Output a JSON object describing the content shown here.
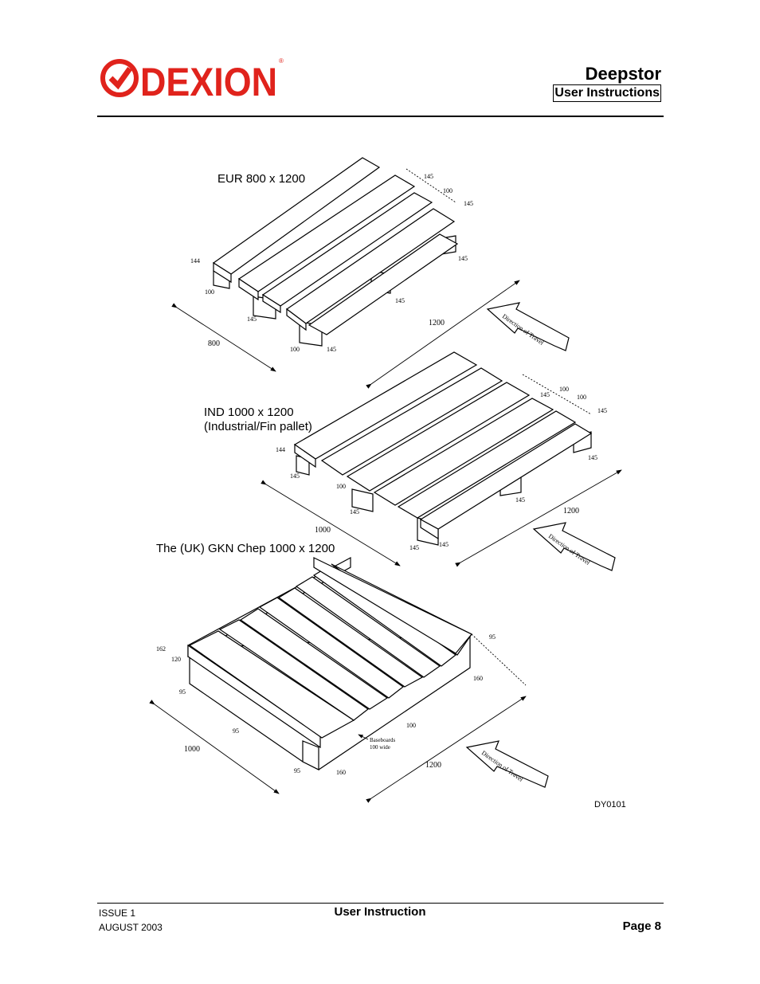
{
  "header": {
    "logo_text": "DEXION",
    "title": "Deepstor",
    "subtitle": "User Instructions"
  },
  "figure": {
    "eur": {
      "title": "EUR 800 x 1200",
      "dims": [
        "145",
        "100",
        "145",
        "144",
        "145",
        "100",
        "145",
        "145",
        "800",
        "100",
        "145",
        "1200"
      ],
      "direction": "Direction of Travel"
    },
    "ind": {
      "title_line1": "IND  1000 x 1200",
      "title_line2": "(Industrial/Fin pallet)",
      "dims": [
        "100",
        "145",
        "100",
        "145",
        "144",
        "145",
        "145",
        "100",
        "145",
        "145",
        "1000",
        "145",
        "145",
        "1200"
      ],
      "direction": "Direction of Travel"
    },
    "gkn": {
      "title": "The (UK) GKN Chep 1000 x 1200",
      "dims": [
        "162",
        "120",
        "95",
        "95",
        "160",
        "95",
        "1000",
        "100",
        "95",
        "160",
        "1200"
      ],
      "baseboards_line1": "Baseboards",
      "baseboards_line2": "100 wide",
      "direction": "Direction of Travel"
    },
    "ref": "DY0101"
  },
  "footer": {
    "issue": "ISSUE 1",
    "date": "AUGUST 2003",
    "center": "User Instruction",
    "page": "Page 8"
  },
  "colors": {
    "logo_red": "#e0231c"
  }
}
